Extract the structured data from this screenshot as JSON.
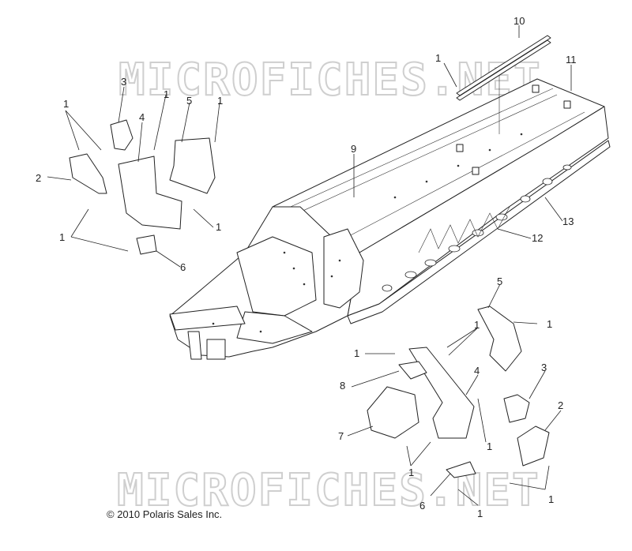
{
  "watermarks": [
    "MICROFICHES.NET",
    "MICROFICHES.NET"
  ],
  "copyright": "© 2010 Polaris Sales Inc.",
  "callouts": [
    "1",
    "1",
    "1",
    "1",
    "1",
    "1",
    "1",
    "1",
    "1",
    "1",
    "1",
    "1",
    "1",
    "1",
    "2",
    "2",
    "3",
    "3",
    "4",
    "4",
    "5",
    "5",
    "6",
    "6",
    "7",
    "8",
    "9",
    "10",
    "11",
    "12",
    "13"
  ]
}
